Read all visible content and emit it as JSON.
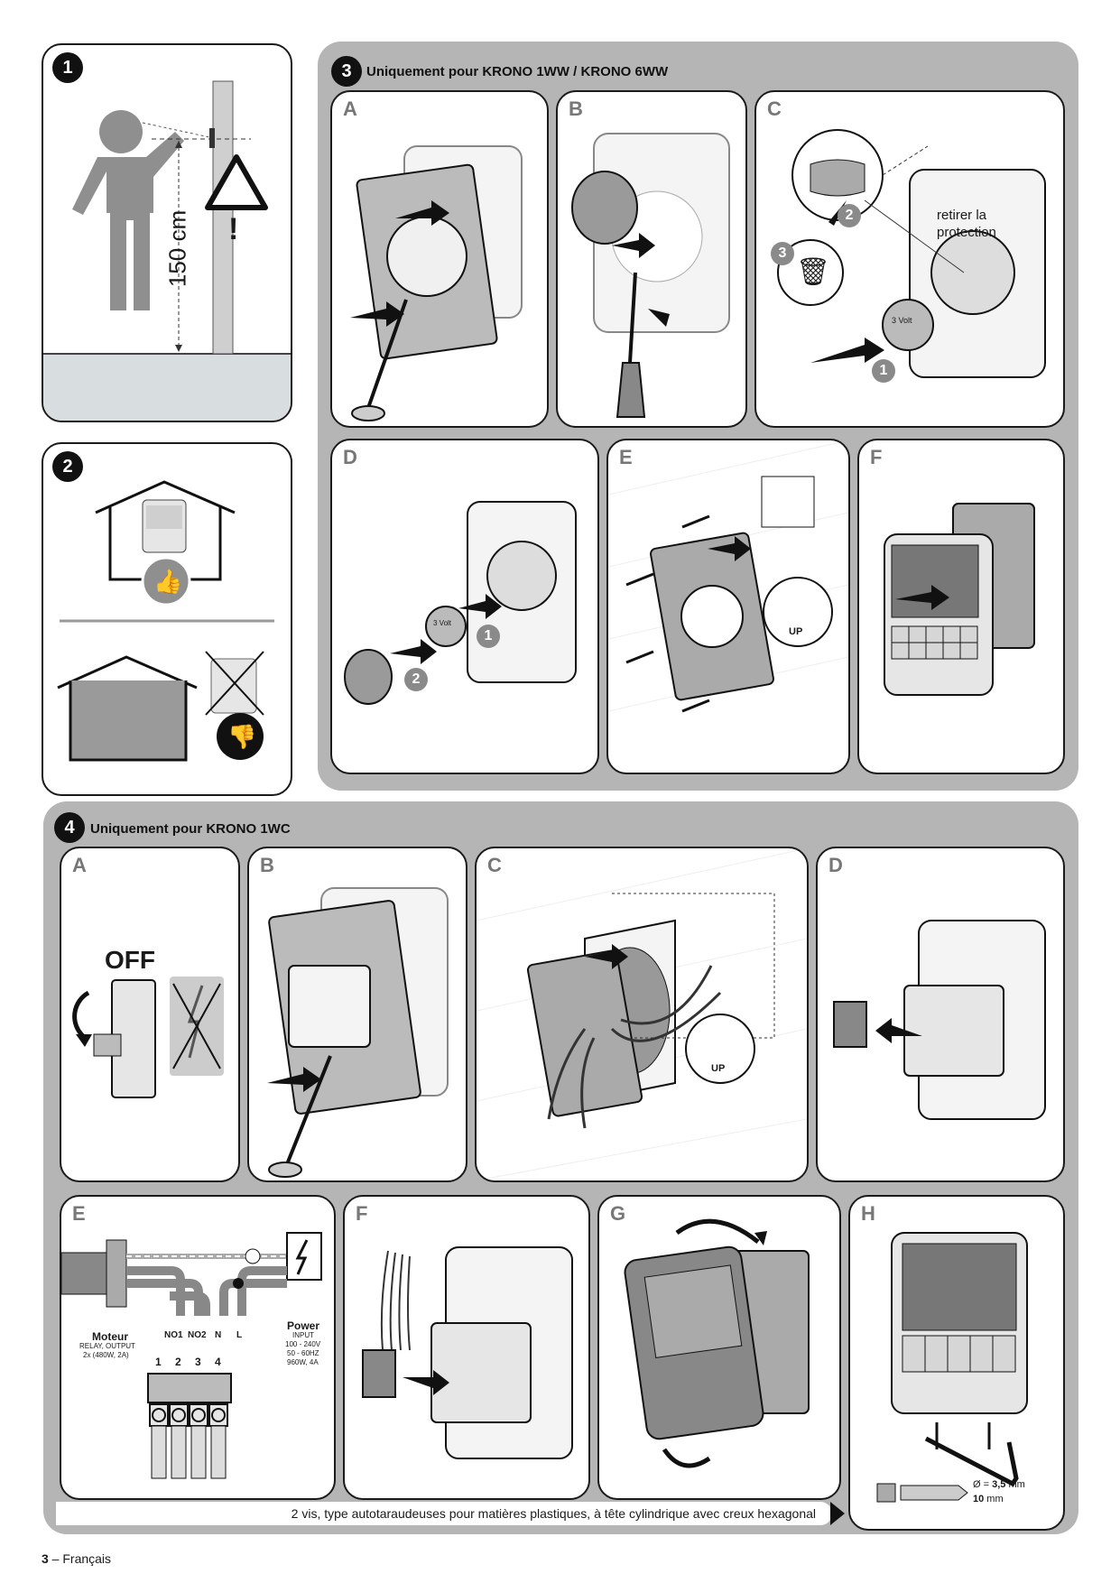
{
  "section1": {
    "number": "1",
    "height_label": "150 cm"
  },
  "section2": {
    "number": "2"
  },
  "section3": {
    "number": "3",
    "title": "Uniquement pour KRONO 1WW / KRONO 6WW",
    "panels": [
      "A",
      "B",
      "C",
      "D",
      "E",
      "F"
    ],
    "c_callout": "retirer la protection",
    "c_callout_line1": "retirer la",
    "c_callout_line2": "protection",
    "step_badges": [
      "1",
      "2",
      "3"
    ],
    "battery_label": "3 Volt",
    "up_label": "UP"
  },
  "section4": {
    "number": "4",
    "title": "Uniquement pour KRONO 1WC",
    "panels": [
      "A",
      "B",
      "C",
      "D",
      "E",
      "F",
      "G",
      "H"
    ],
    "off_label": "OFF",
    "wiring": {
      "motor_title": "Moteur",
      "motor_sub1": "RELAY, OUTPUT",
      "motor_sub2": "2x (480W, 2A)",
      "terminals": [
        "NO1",
        "NO2",
        "N",
        "L"
      ],
      "terminal_numbers": [
        "1",
        "2",
        "3",
        "4"
      ],
      "power_title": "Power",
      "power_sub1": "INPUT",
      "power_sub2": "100 - 240V",
      "power_sub3": "50 - 60HZ",
      "power_sub4": "960W, 4A"
    },
    "screw_note": "2 vis, type autotaraudeuses pour matières plastiques, à tête cylindrique avec creux hexagonal",
    "screw_diameter_prefix": "Ø = ",
    "screw_diameter_value": "3,5",
    "screw_unit": " mm",
    "screw_length_value": "10"
  },
  "footer": {
    "page_number": "3",
    "language": " – Français"
  }
}
